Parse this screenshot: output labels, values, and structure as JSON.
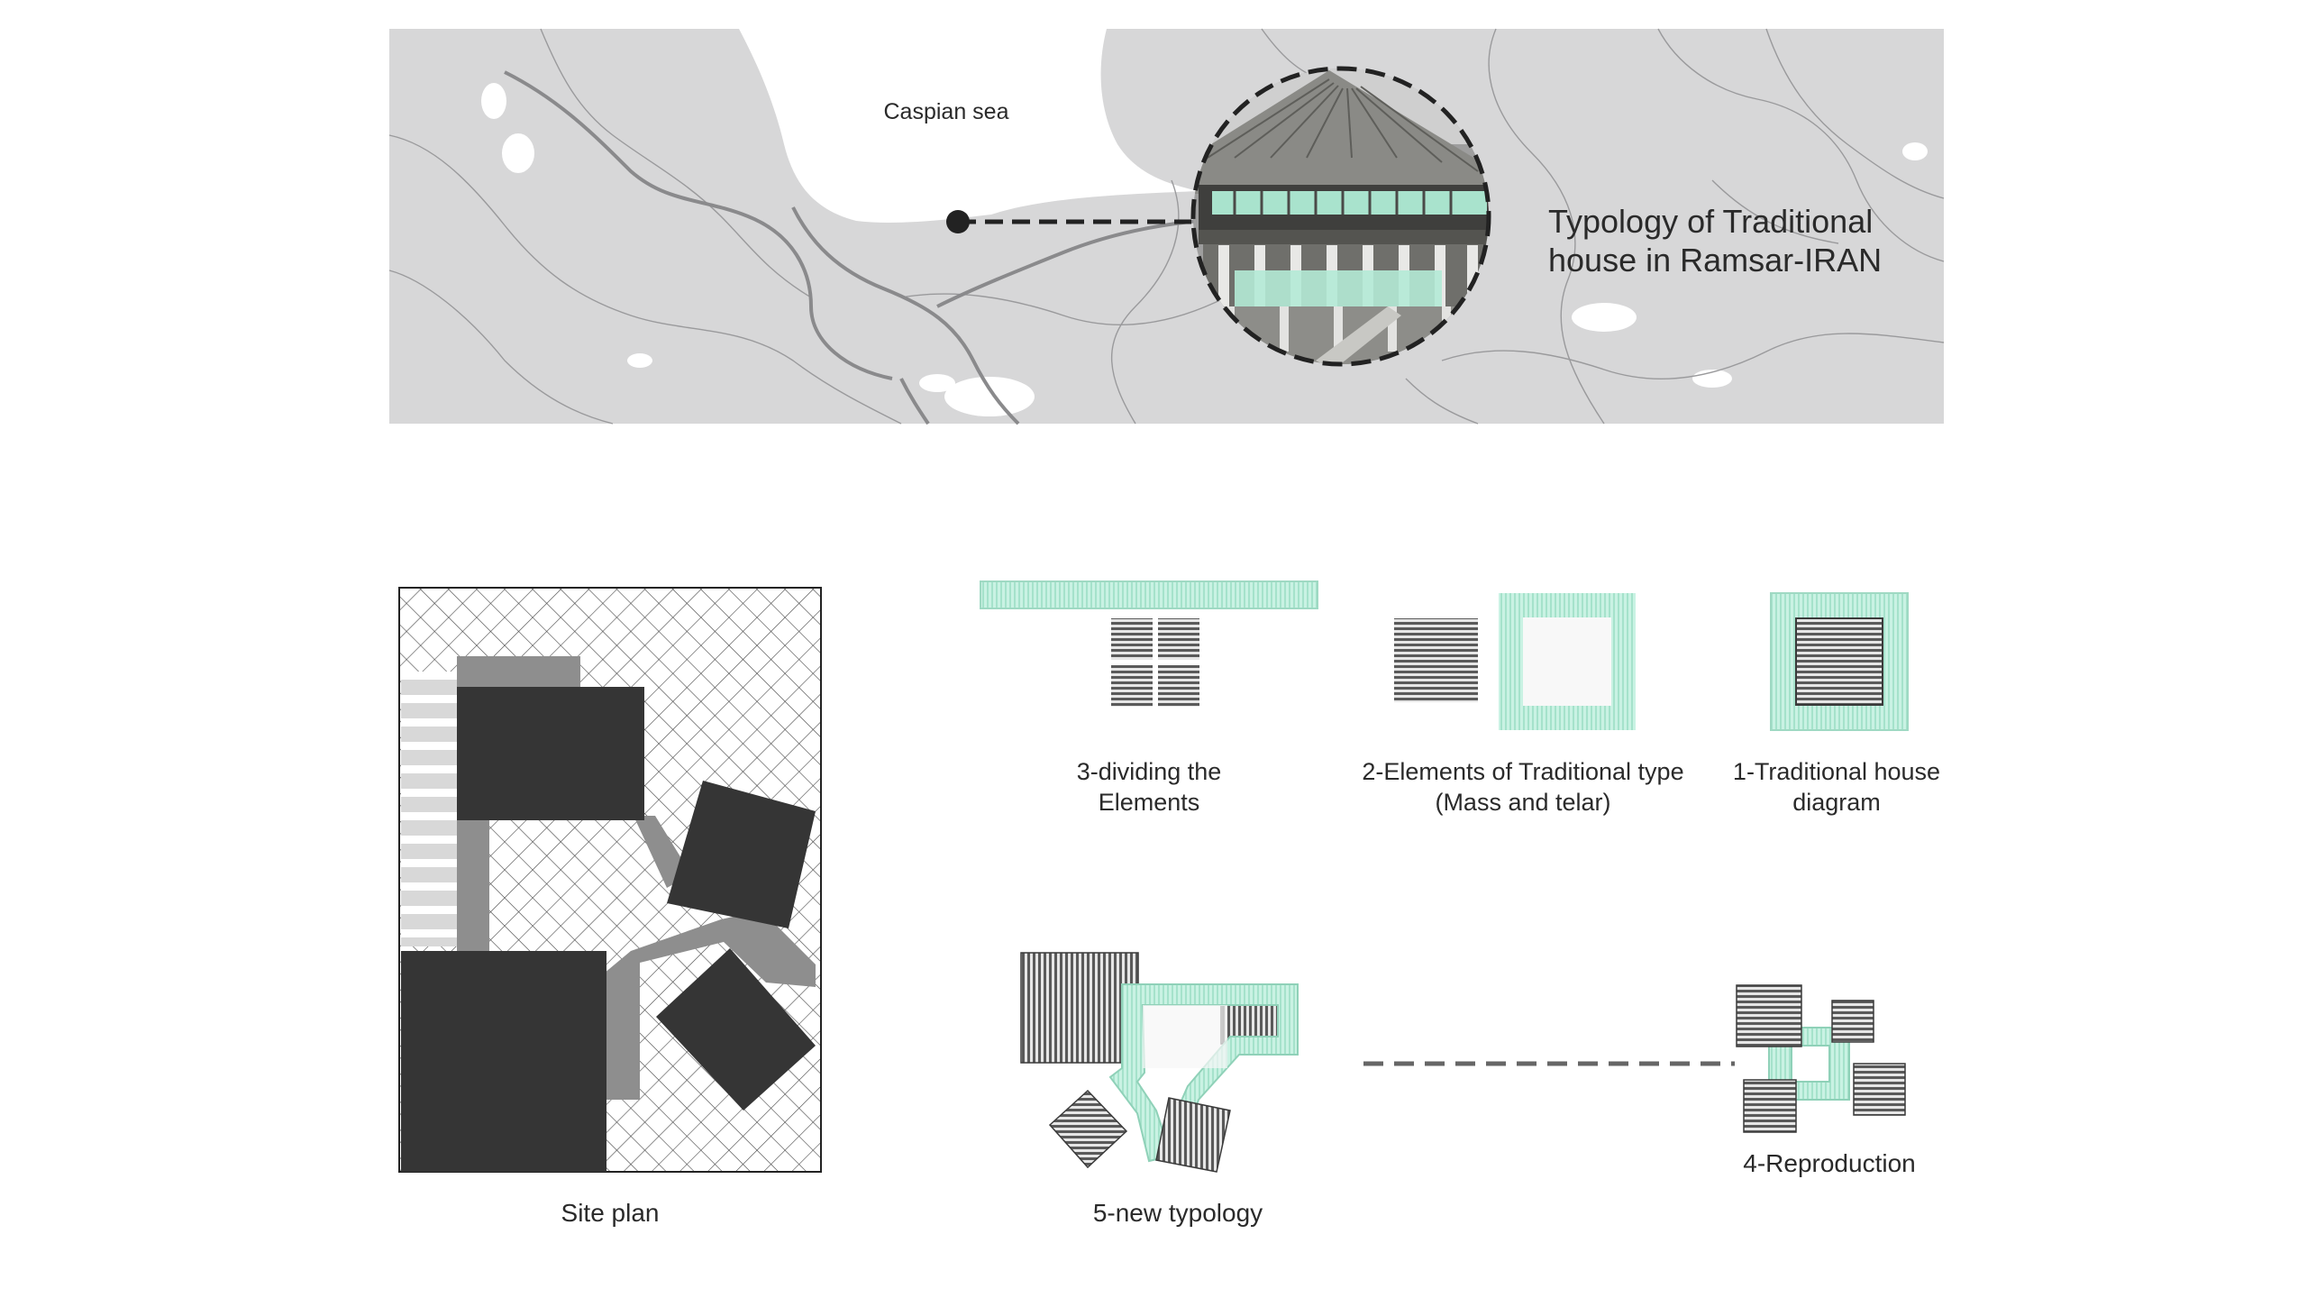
{
  "map": {
    "sea_label": "Caspian sea",
    "title_line1": "Typology of Traditional",
    "title_line2": "house in Ramsar-IRAN",
    "colors": {
      "land": "#d7d7d8",
      "water": "#ffffff",
      "roads": "#8f8f90",
      "accent": "#a8e6cf"
    }
  },
  "site_plan": {
    "label": "Site plan"
  },
  "steps": {
    "step1": {
      "line1": "1-Traditional house",
      "line2": "diagram"
    },
    "step2": {
      "line1": "2-Elements of Traditional type",
      "line2": "(Mass and telar)"
    },
    "step3": {
      "line1": "3-dividing the",
      "line2": "Elements"
    },
    "step4": {
      "label": "4-Reproduction"
    },
    "step5": {
      "label": "5-new typology"
    }
  },
  "colors": {
    "mass": "#353535",
    "path": "#8e8e8e",
    "telar": "#bfeedd",
    "hatch": "#555555"
  }
}
